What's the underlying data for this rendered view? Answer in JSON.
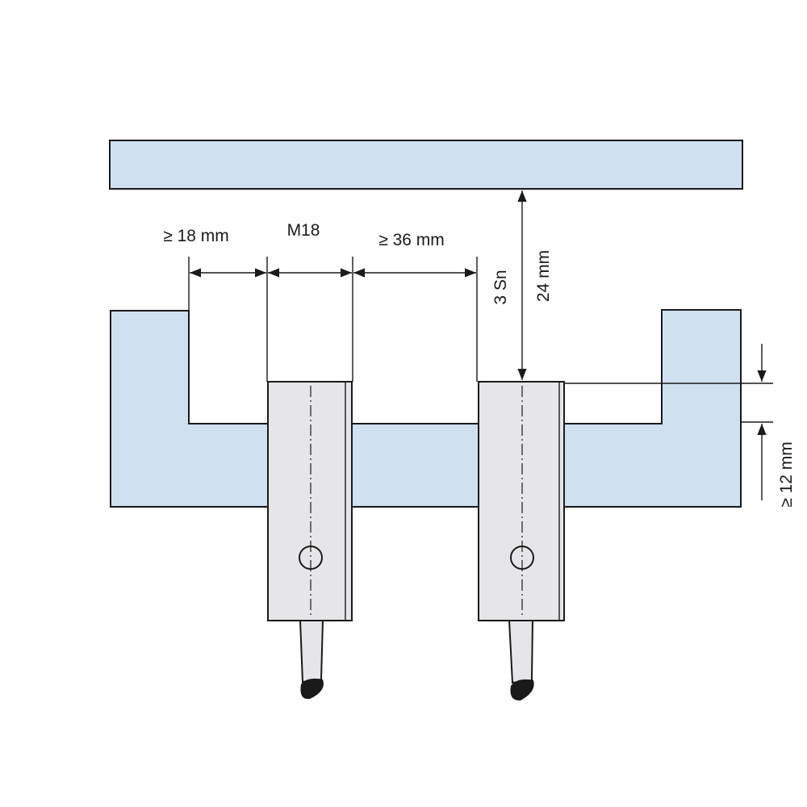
{
  "labels": {
    "left_clearance": "≥ 18 mm",
    "sensor_size": "M18",
    "spacing": "≥ 36 mm",
    "sensing_distance": "3 Sn",
    "target_distance": "24 mm",
    "flush_depth": "≥ 12 mm"
  },
  "colors": {
    "metal": "#cfe0f1",
    "sensor": "#e6e6e8",
    "line": "#1a1a1a",
    "background": "#ffffff"
  }
}
